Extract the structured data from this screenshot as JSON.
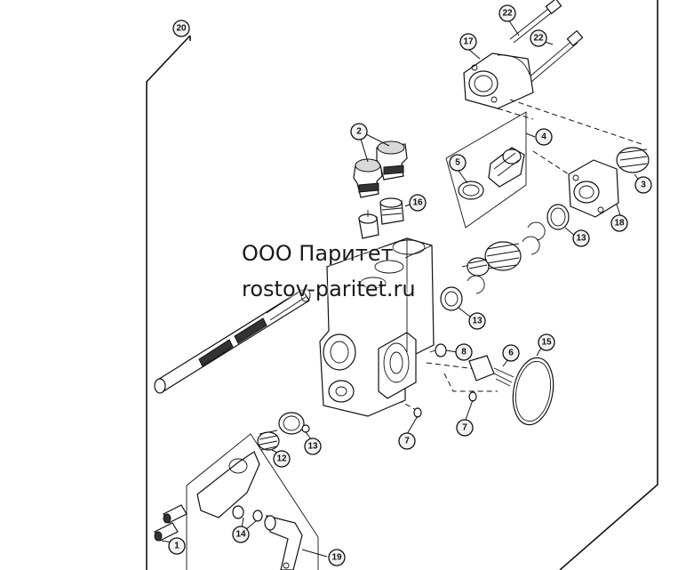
{
  "watermark": {
    "line1": "ООО Паритет",
    "line2": "rostov-paritet.ru"
  },
  "callouts": [
    "20",
    "22",
    "22",
    "17",
    "4",
    "2",
    "5",
    "3",
    "18",
    "16",
    "13",
    "13",
    "8",
    "6",
    "15",
    "7",
    "7",
    "13",
    "12",
    "14",
    "1",
    "19"
  ]
}
